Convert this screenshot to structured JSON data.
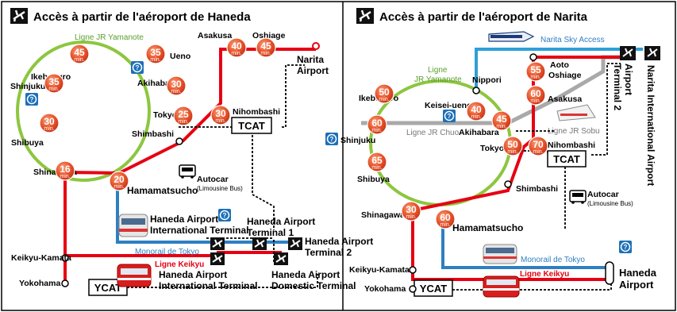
{
  "left_title": "Accès à partir de l'aéroport de Haneda",
  "right_title": "Accès à partir de l'aéroport de Narita",
  "min_unit": "min.",
  "haneda": {
    "line_yamanote": "Ligne JR Yamanote",
    "monorail": "Monorail de Tokyo",
    "keikyu": "Ligne Keikyu",
    "autocar": "Autocar",
    "autocar_sub": "(Limousine Bus)",
    "tcat": "TCAT",
    "ycat": "YCAT",
    "stations": {
      "ikebukuro": "Ikebukuro",
      "shinjuku": "Shinjuku",
      "shibuya": "Shibuya",
      "shinagawa": "Shinagawa",
      "ueno": "Ueno",
      "akihabara": "Akihabara",
      "tokyo": "Tokyo",
      "shimbashi": "Shimbashi",
      "hamamatsucho": "Hamamatsucho",
      "asakusa": "Asakusa",
      "oshiage": "Oshiage",
      "nihombashi": "Nihombashi",
      "keikyu_kamata": "Keikyu-Kamata",
      "yokohama": "Yokohama",
      "narita_airport_1": "Narita",
      "narita_airport_2": "Airport",
      "intl_terminal_1": "Haneda Airport",
      "intl_terminal_2": "International Terminal",
      "t1_1": "Haneda Airport",
      "t1_2": "Terminal 1",
      "t2_1": "Haneda Airport",
      "t2_2": "Terminal 2",
      "intl2_1": "Haneda Airport",
      "intl2_2": "International Terminal",
      "dom_1": "Haneda Airport",
      "dom_2": "Domestic Terminal"
    },
    "times": {
      "ikebukuro": "45",
      "shinjuku": "35",
      "shibuya": "30",
      "shinagawa": "16",
      "ueno": "35",
      "akihabara": "30",
      "tokyo": "25",
      "hamamatsucho": "20",
      "asakusa": "40",
      "oshiage": "45",
      "nihombashi": "30"
    }
  },
  "narita": {
    "line_yamanote_1": "Ligne",
    "line_yamanote_2": "JR Yamanote",
    "sky_access": "Narita Sky Access",
    "chuo": "Ligne JR Chuo",
    "sobu": "Ligne JR Sobu",
    "monorail": "Monorail de Tokyo",
    "keikyu": "Ligne Keikyu",
    "autocar": "Autocar",
    "autocar_sub": "(Limousine Bus)",
    "tcat": "TCAT",
    "ycat": "YCAT",
    "terminal1": "Narita International Airport",
    "terminal2_1": "Airport",
    "terminal2_2": "Terminal 2",
    "stations": {
      "ikebukuro": "Ikebukuro",
      "shinjuku": "Shinjuku",
      "shibuya": "Shibuya",
      "shinagawa": "Shinagawa",
      "nippori": "Nippori",
      "keisei_ueno": "Keisei-ueno",
      "akihabara": "Akihabara",
      "tokyo": "Tokyo",
      "shimbashi": "Shimbashi",
      "hamamatsucho": "Hamamatsucho",
      "aoto": "Aoto",
      "oshiage": "Oshiage",
      "asakusa": "Asakusa",
      "nihombashi": "Nihombashi",
      "keikyu_kamata": "Keikyu-Kamata",
      "yokohama": "Yokohama",
      "haneda_1": "Haneda",
      "haneda_2": "Airport"
    },
    "times": {
      "ikebukuro": "50",
      "shinjuku": "60",
      "shibuya": "65",
      "shinagawa": "30",
      "keisei_ueno": "40",
      "akihabara": "45",
      "tokyo": "50",
      "nihombashi": "70",
      "aoto": "55",
      "asakusa": "60",
      "hamamatsucho": "60"
    }
  },
  "colors": {
    "yamanote": "#8dc63f",
    "red_line": "#e60012",
    "monorail": "#2e7fc2",
    "sky_access": "#2e9fd8",
    "chuo": "#a9a9a9",
    "badge": "#e8542a"
  }
}
